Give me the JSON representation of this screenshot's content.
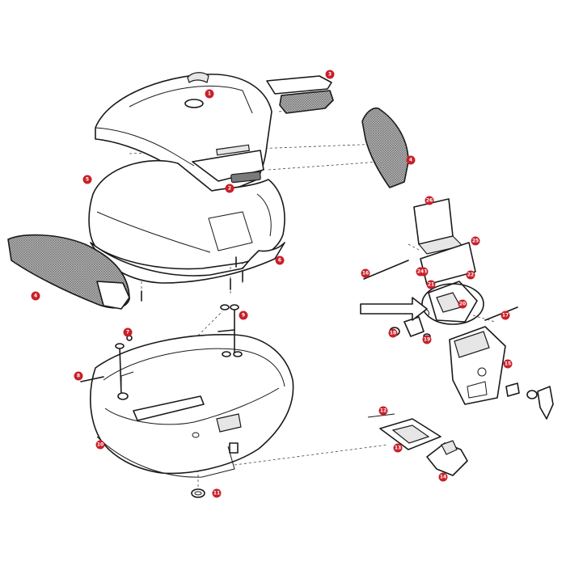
{
  "colors": {
    "callout": "#c8202a",
    "line": "#1a1a1a",
    "background": "#ffffff"
  },
  "callouts": [
    {
      "id": "c1",
      "label": "1"
    },
    {
      "id": "c2",
      "label": "2"
    },
    {
      "id": "c3",
      "label": "3"
    },
    {
      "id": "c4a",
      "label": "4"
    },
    {
      "id": "c4b",
      "label": "4"
    },
    {
      "id": "c5",
      "label": "5"
    },
    {
      "id": "c6",
      "label": "6"
    },
    {
      "id": "c7",
      "label": "7"
    },
    {
      "id": "c8",
      "label": "8"
    },
    {
      "id": "c9",
      "label": "9"
    },
    {
      "id": "c10",
      "label": "10"
    },
    {
      "id": "c11",
      "label": "11"
    },
    {
      "id": "c12",
      "label": "12"
    },
    {
      "id": "c13",
      "label": "13"
    },
    {
      "id": "c14",
      "label": "14"
    },
    {
      "id": "c15",
      "label": "15"
    },
    {
      "id": "c16",
      "label": "16"
    },
    {
      "id": "c17",
      "label": "17"
    },
    {
      "id": "c18",
      "label": "18"
    },
    {
      "id": "c19",
      "label": "19"
    },
    {
      "id": "c20",
      "label": "20"
    },
    {
      "id": "c21",
      "label": "21"
    },
    {
      "id": "c22",
      "label": "22"
    },
    {
      "id": "c23",
      "label": "23"
    },
    {
      "id": "c24",
      "label": "24"
    },
    {
      "id": "c25",
      "label": "25"
    },
    {
      "id": "c26",
      "label": "26"
    }
  ]
}
